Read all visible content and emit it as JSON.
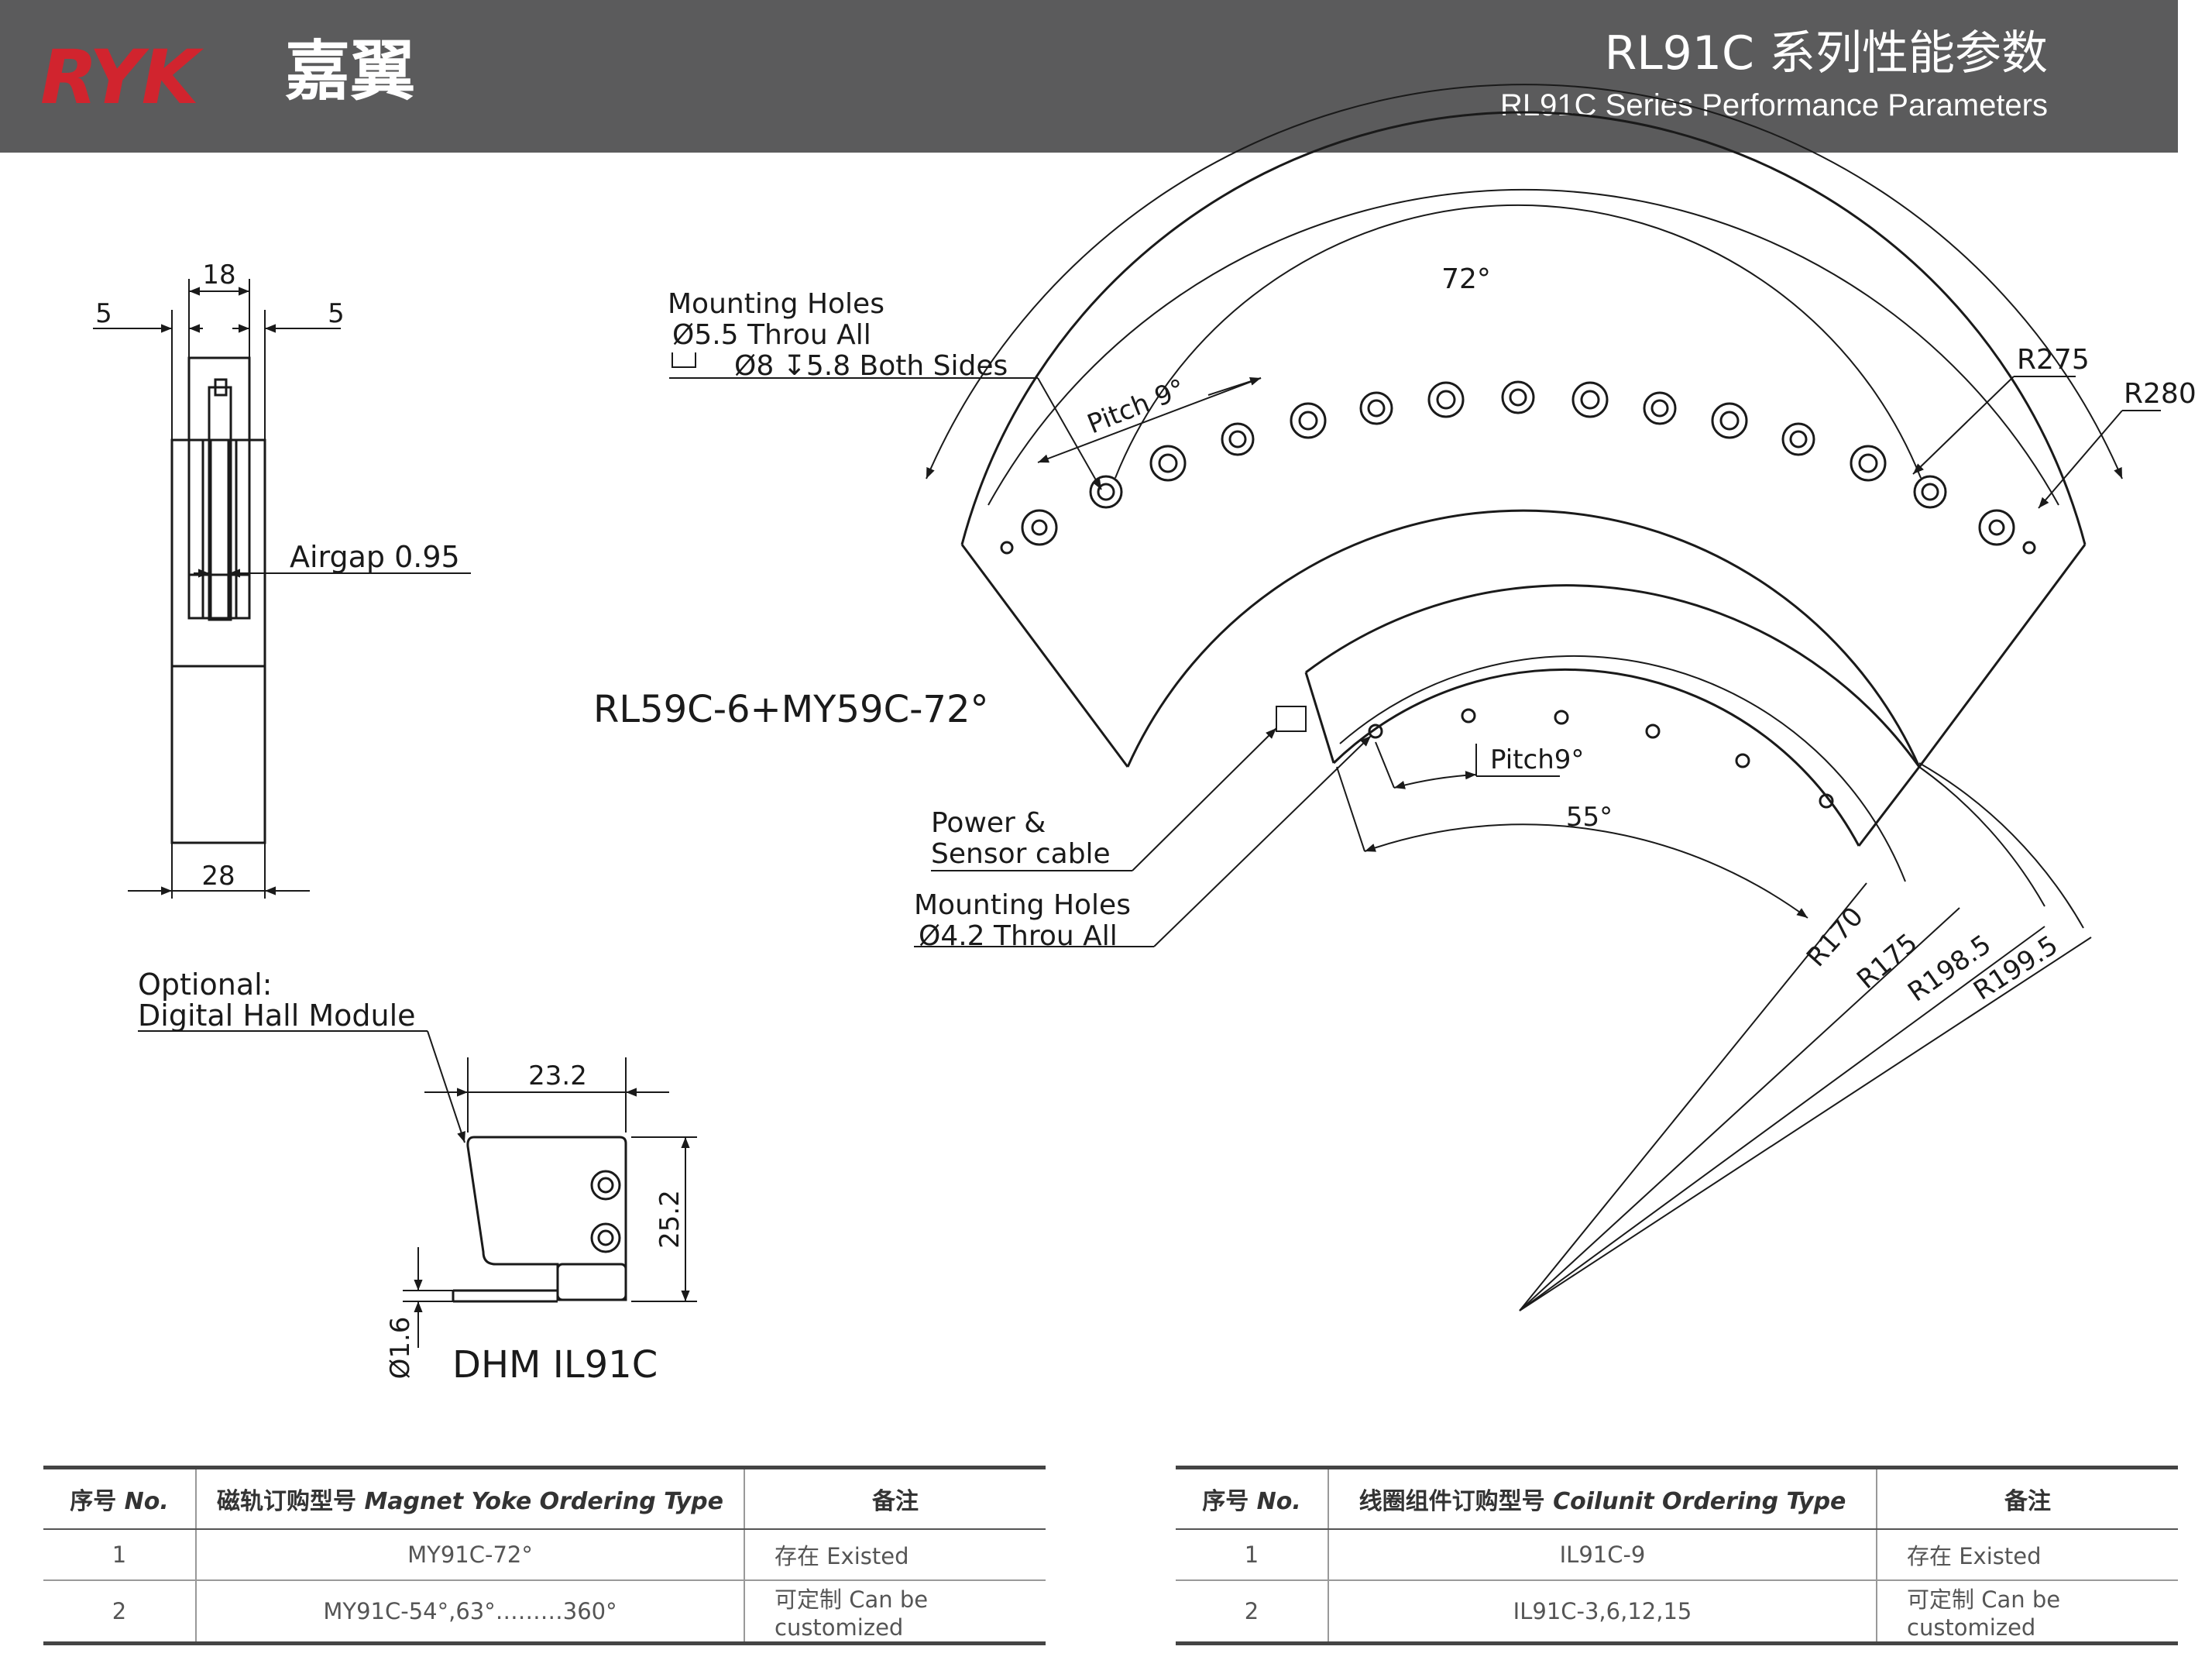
{
  "header": {
    "logo_text": "RYK",
    "logo_cn": "嘉翼",
    "title_cn": "RL91C 系列性能参数",
    "title_en": "RL91C Series Performance Parameters"
  },
  "colors": {
    "header_bg": "#5b5b5c",
    "logo_red": "#d1242e",
    "line": "#1a1a1a"
  },
  "side_view": {
    "dim_top": "18",
    "dim_left": "5",
    "dim_right": "5",
    "airgap": "Airgap 0.95",
    "dim_bottom": "28"
  },
  "hall_module": {
    "optional_label": "Optional:",
    "module_label": "Digital Hall Module",
    "dim_width": "23.2",
    "dim_height": "25.2",
    "dim_cable": "Ø1.6",
    "model": "DHM IL91C"
  },
  "main_view": {
    "model_label": "RL59C-6+MY59C-72°",
    "angle_outer": "72°",
    "mounting_holes_title": "Mounting Holes",
    "mounting_holes_line1": "Ø5.5 Throu All",
    "mounting_holes_line2": "Ø8 ↧5.8 Both Sides",
    "pitch_outer": "Pitch 9°",
    "r275": "R275",
    "r280": "R280",
    "pitch_inner": "Pitch9°",
    "angle_inner": "55°",
    "power_line1": "Power &",
    "power_line2": "Sensor cable",
    "coil_holes_title": "Mounting Holes",
    "coil_holes_line": "Ø4.2 Throu All",
    "r170": "R170",
    "r175": "R175",
    "r198_5": "R198.5",
    "r199_5": "R199.5"
  },
  "table_magnet": {
    "h_no": "序号",
    "h_no_en": "No.",
    "h_type": "磁轨订购型号",
    "h_type_en": "Magnet Yoke Ordering Type",
    "h_note": "备注",
    "rows": [
      {
        "no": "1",
        "type": "MY91C-72°",
        "note": "存在 Existed"
      },
      {
        "no": "2",
        "type": "MY91C-54°,63°………360°",
        "note": "可定制 Can be customized"
      }
    ]
  },
  "table_coil": {
    "h_no": "序号",
    "h_no_en": "No.",
    "h_type": "线圈组件订购型号",
    "h_type_en": "Coilunit Ordering Type",
    "h_note": "备注",
    "rows": [
      {
        "no": "1",
        "type": "IL91C-9",
        "note": "存在 Existed"
      },
      {
        "no": "2",
        "type": "IL91C-3,6,12,15",
        "note": "可定制 Can be customized"
      }
    ]
  }
}
